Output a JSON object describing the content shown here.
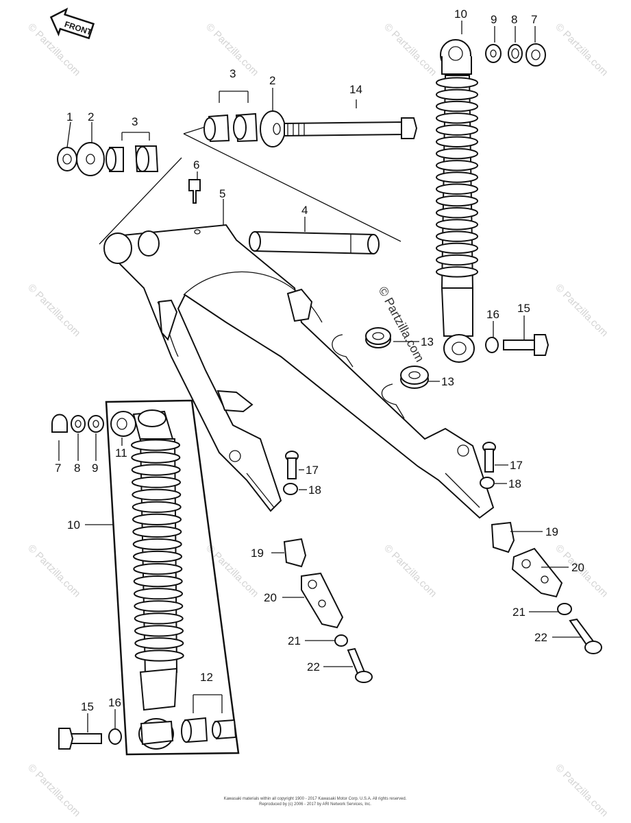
{
  "front_tag": "FRONT",
  "watermark": {
    "text": "© Partzilla.com",
    "big_text": "© Partzilla.com"
  },
  "footer": {
    "line1": "Kawasaki materials within all copyright 1900 - 2017  Kawasaki Motor Corp. U.S.A.  All rights reserved.",
    "line2": "Reproduced by (c) 2006 - 2017 by ARI Network Services, Inc."
  },
  "callouts": {
    "c1": "1",
    "c2a": "2",
    "c2b": "2",
    "c3a": "3",
    "c3b": "3",
    "c4": "4",
    "c5": "5",
    "c6": "6",
    "c7a": "7",
    "c7b": "7",
    "c8a": "8",
    "c8b": "8",
    "c9a": "9",
    "c9b": "9",
    "c10a": "10",
    "c10b": "10",
    "c11": "11",
    "c12": "12",
    "c13a": "13",
    "c13b": "13",
    "c14": "14",
    "c15a": "15",
    "c15b": "15",
    "c16a": "16",
    "c16b": "16",
    "c17a": "17",
    "c17b": "17",
    "c18a": "18",
    "c18b": "18",
    "c19a": "19",
    "c19b": "19",
    "c20a": "20",
    "c20b": "20",
    "c21a": "21",
    "c21b": "21",
    "c22a": "22",
    "c22b": "22"
  },
  "colors": {
    "line": "#111111",
    "watermark": "#d4d4d4",
    "background": "#ffffff"
  }
}
